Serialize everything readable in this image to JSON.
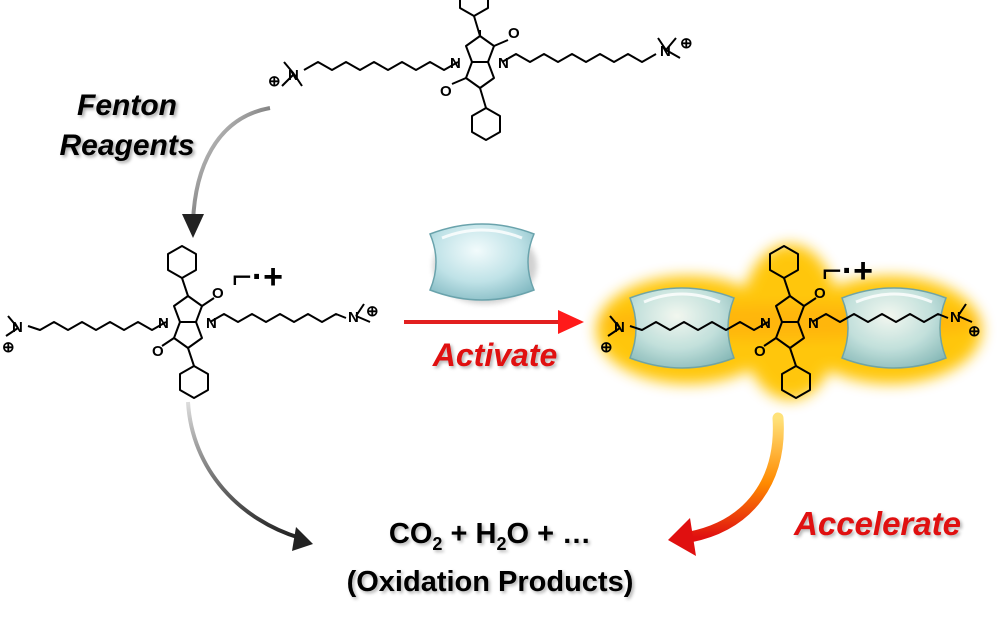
{
  "labels": {
    "fenton_line1": "Fenton",
    "fenton_line2": "Reagents",
    "activate": "Activate",
    "accelerate": "Accelerate",
    "product_co": "CO",
    "product_2a": "2",
    "product_plus_h": " + H",
    "product_2b": "2",
    "product_o_tail": "O + …",
    "product_line2": "(Oxidation Products)",
    "radical": "⌐·+"
  },
  "atoms": {
    "nitrogen": "N",
    "oxygen": "O",
    "ammonium_n": "N",
    "positive": "⊕"
  },
  "colors": {
    "activate_red": "#e01010",
    "arrow_gray": "#333333",
    "cage_blue": "#b5dde2",
    "glow_yellow": "#ffc400",
    "glow_orange": "#f08000"
  },
  "icons": [
    "macrocycle-cage-icon"
  ]
}
